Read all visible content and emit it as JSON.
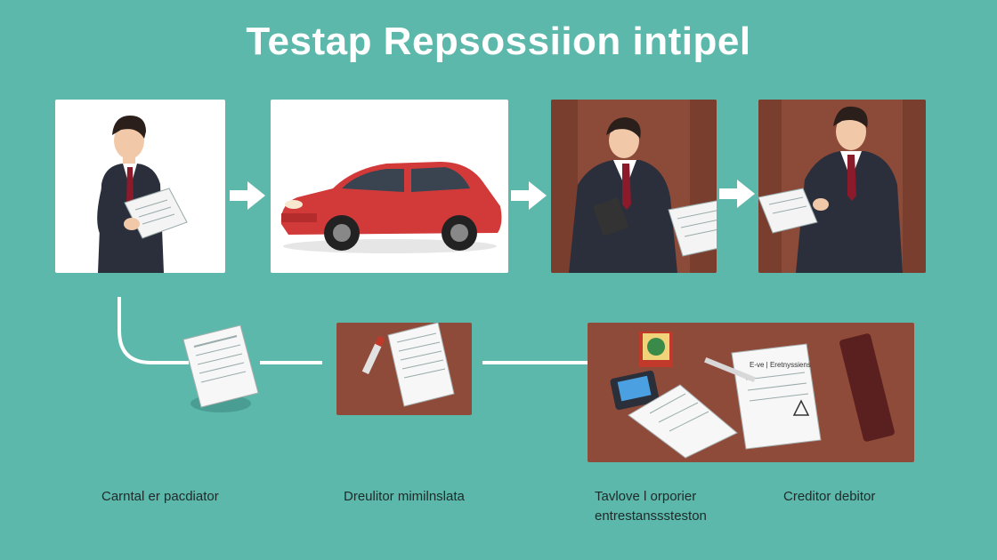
{
  "title": "Testap Repsossiion intipel",
  "steps": [
    {
      "label": "Carntal er pacdiator",
      "line2": ""
    },
    {
      "label": "Dreulitor mimilnslata",
      "line2": ""
    },
    {
      "label": "Tavlove l orporier",
      "line2": "entrestansssteston"
    },
    {
      "label": "Creditor debitor",
      "line2": ""
    }
  ],
  "document": {
    "header": "E-ve  | Eretnyssiens"
  },
  "colors": {
    "background": "#5cb8ab",
    "panel_brown": "#8c4a38",
    "car_red": "#d23a3a",
    "suit": "#2b2f3c",
    "tie": "#8b1a2a"
  },
  "icons": [
    "arrow-right-icon",
    "person-icon",
    "car-icon",
    "document-icon",
    "pen-icon",
    "phone-icon",
    "seal-icon"
  ]
}
